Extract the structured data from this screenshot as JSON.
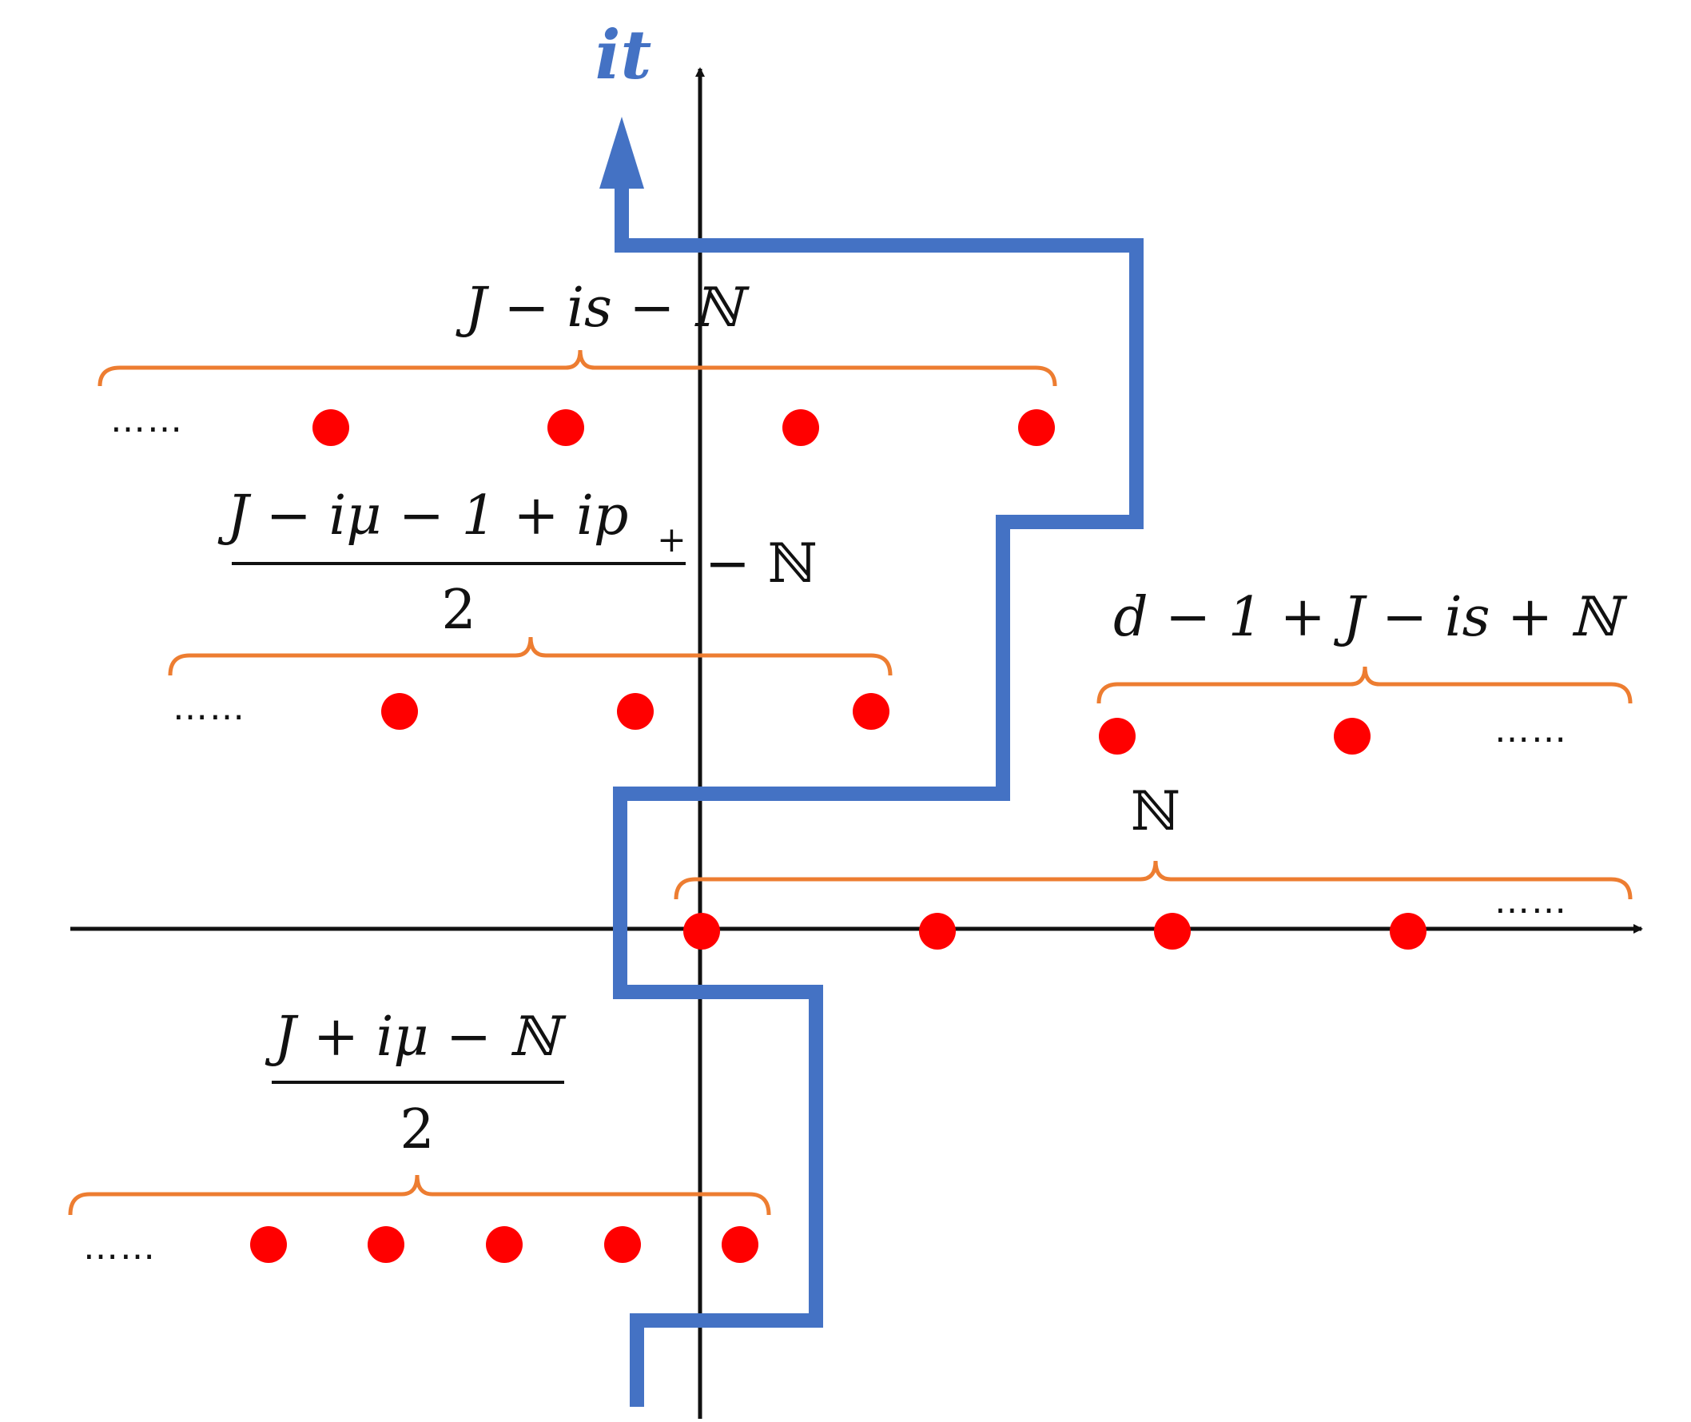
{
  "contour_label": "it",
  "labels": {
    "top_family": "J − is − ℕ",
    "second_numerator": "J − iμ − 1 + ip",
    "second_subscript": "+",
    "second_denominator": "2",
    "second_suffix": "− ℕ",
    "right_family": "d − 1 + J − is + ℕ",
    "naturals": "ℕ",
    "bottom_numerator": "J + iμ − ℕ",
    "bottom_denominator": "2"
  },
  "ellipsis": "……",
  "colors": {
    "axis": "#111111",
    "contour": "#4472c4",
    "pole": "#ff0000",
    "brace": "#ed7d31",
    "text": "#111111"
  },
  "pole_rows": [
    {
      "name": "top-family",
      "count": 4
    },
    {
      "name": "second-family",
      "count": 3
    },
    {
      "name": "right-family",
      "count": 2
    },
    {
      "name": "naturals",
      "count": 4
    },
    {
      "name": "bottom-family",
      "count": 5
    }
  ]
}
